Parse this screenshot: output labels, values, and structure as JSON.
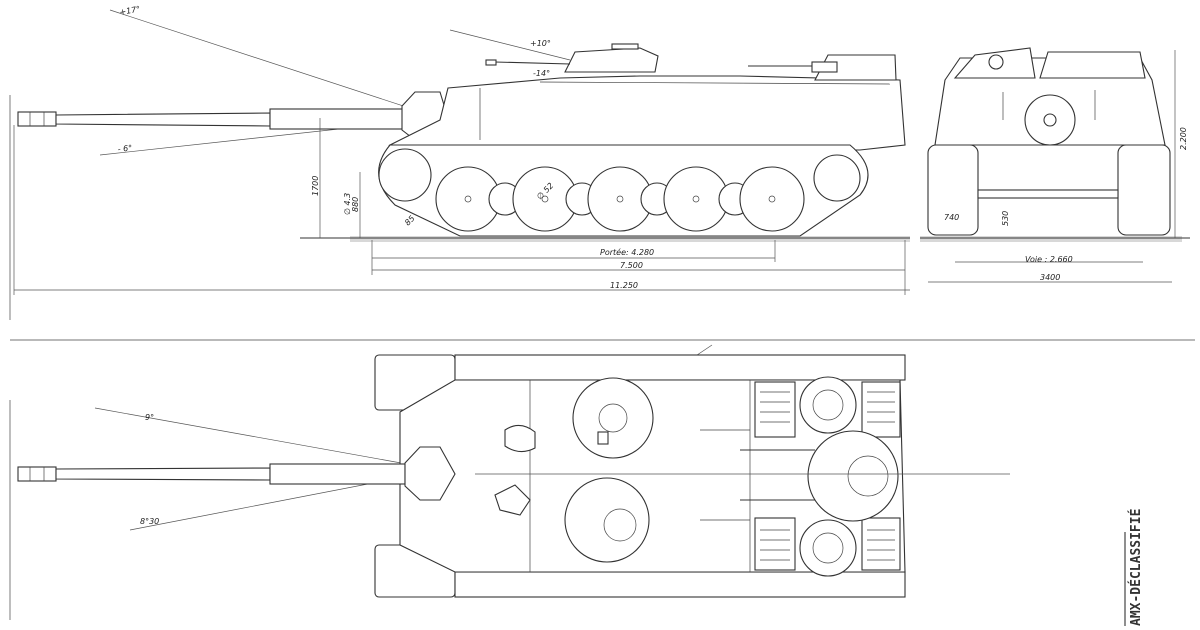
{
  "side_view": {
    "angles": {
      "gun_elevation": "+17°",
      "gun_depression": "- 6°",
      "mg_elevation": "+10°",
      "mg_small": "-14°"
    },
    "dims": {
      "height": "1700",
      "wheel_dia": "∅ 4.3",
      "clearance": "880",
      "track": "85",
      "wheel_small": "∅ 52",
      "contact": "Portée: 4.280",
      "hull_length": "7.500",
      "total_length": "11.250"
    }
  },
  "front_view": {
    "dims": {
      "track_width": "740",
      "ground_clear": "530",
      "height": "2.200",
      "gauge": "Voie : 2.660",
      "width": "3400"
    }
  },
  "top_view": {
    "angles": {
      "traverse_left": "9°",
      "traverse_right": "8°30"
    }
  },
  "stamp": "AMX-DÉCLASSIFIÉ"
}
